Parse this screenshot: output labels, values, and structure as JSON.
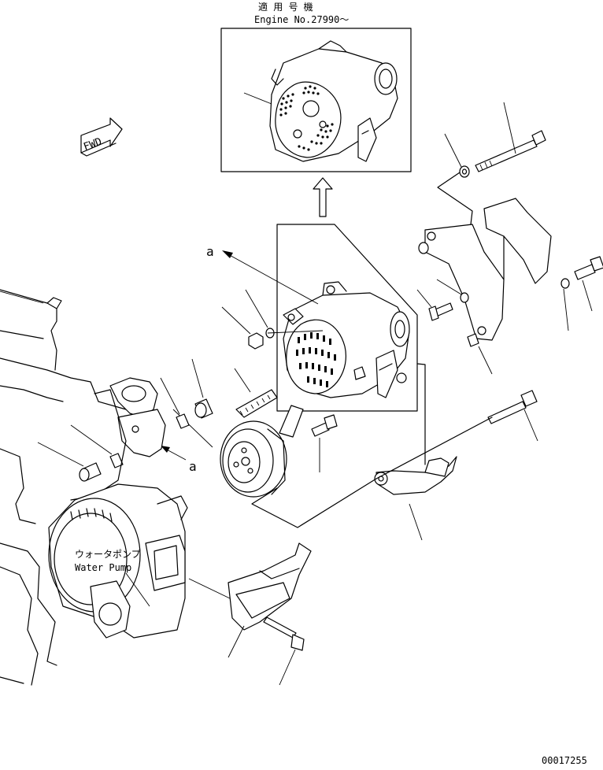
{
  "inset": {
    "title_jp": "適 用 号 機",
    "title_en": "Engine No.27990～"
  },
  "labels": {
    "fwd": "FWD",
    "callout_a_upper": "a",
    "callout_a_lower": "a",
    "water_pump_jp": "ウォータポンプ",
    "water_pump_en": "Water Pump"
  },
  "footer": {
    "drawing_number": "00017255"
  }
}
